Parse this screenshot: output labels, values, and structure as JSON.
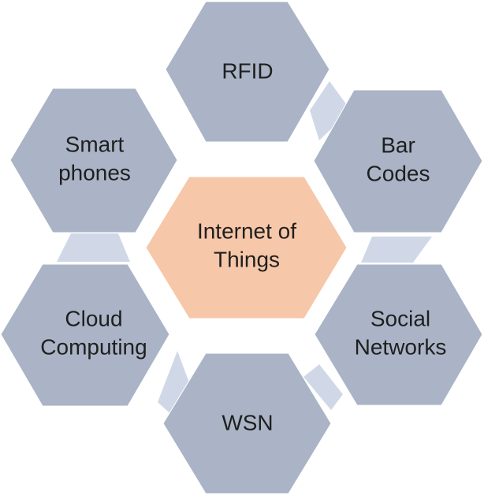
{
  "center": {
    "lines": [
      "Internet of",
      "Things"
    ]
  },
  "nodes": [
    {
      "id": "rfid",
      "lines": [
        "RFID"
      ]
    },
    {
      "id": "bar-codes",
      "lines": [
        "Bar",
        "Codes"
      ]
    },
    {
      "id": "social-networks",
      "lines": [
        "Social",
        "Networks"
      ]
    },
    {
      "id": "wsn",
      "lines": [
        "WSN"
      ]
    },
    {
      "id": "cloud-computing",
      "lines": [
        "Cloud",
        "Computing"
      ]
    },
    {
      "id": "smart-phones",
      "lines": [
        "Smart",
        "phones"
      ]
    }
  ],
  "colors": {
    "outer_hex": "#aab4c6",
    "center_hex": "#f6c7a8",
    "connector": "#d0d8e8",
    "text": "#1f1f1f"
  }
}
